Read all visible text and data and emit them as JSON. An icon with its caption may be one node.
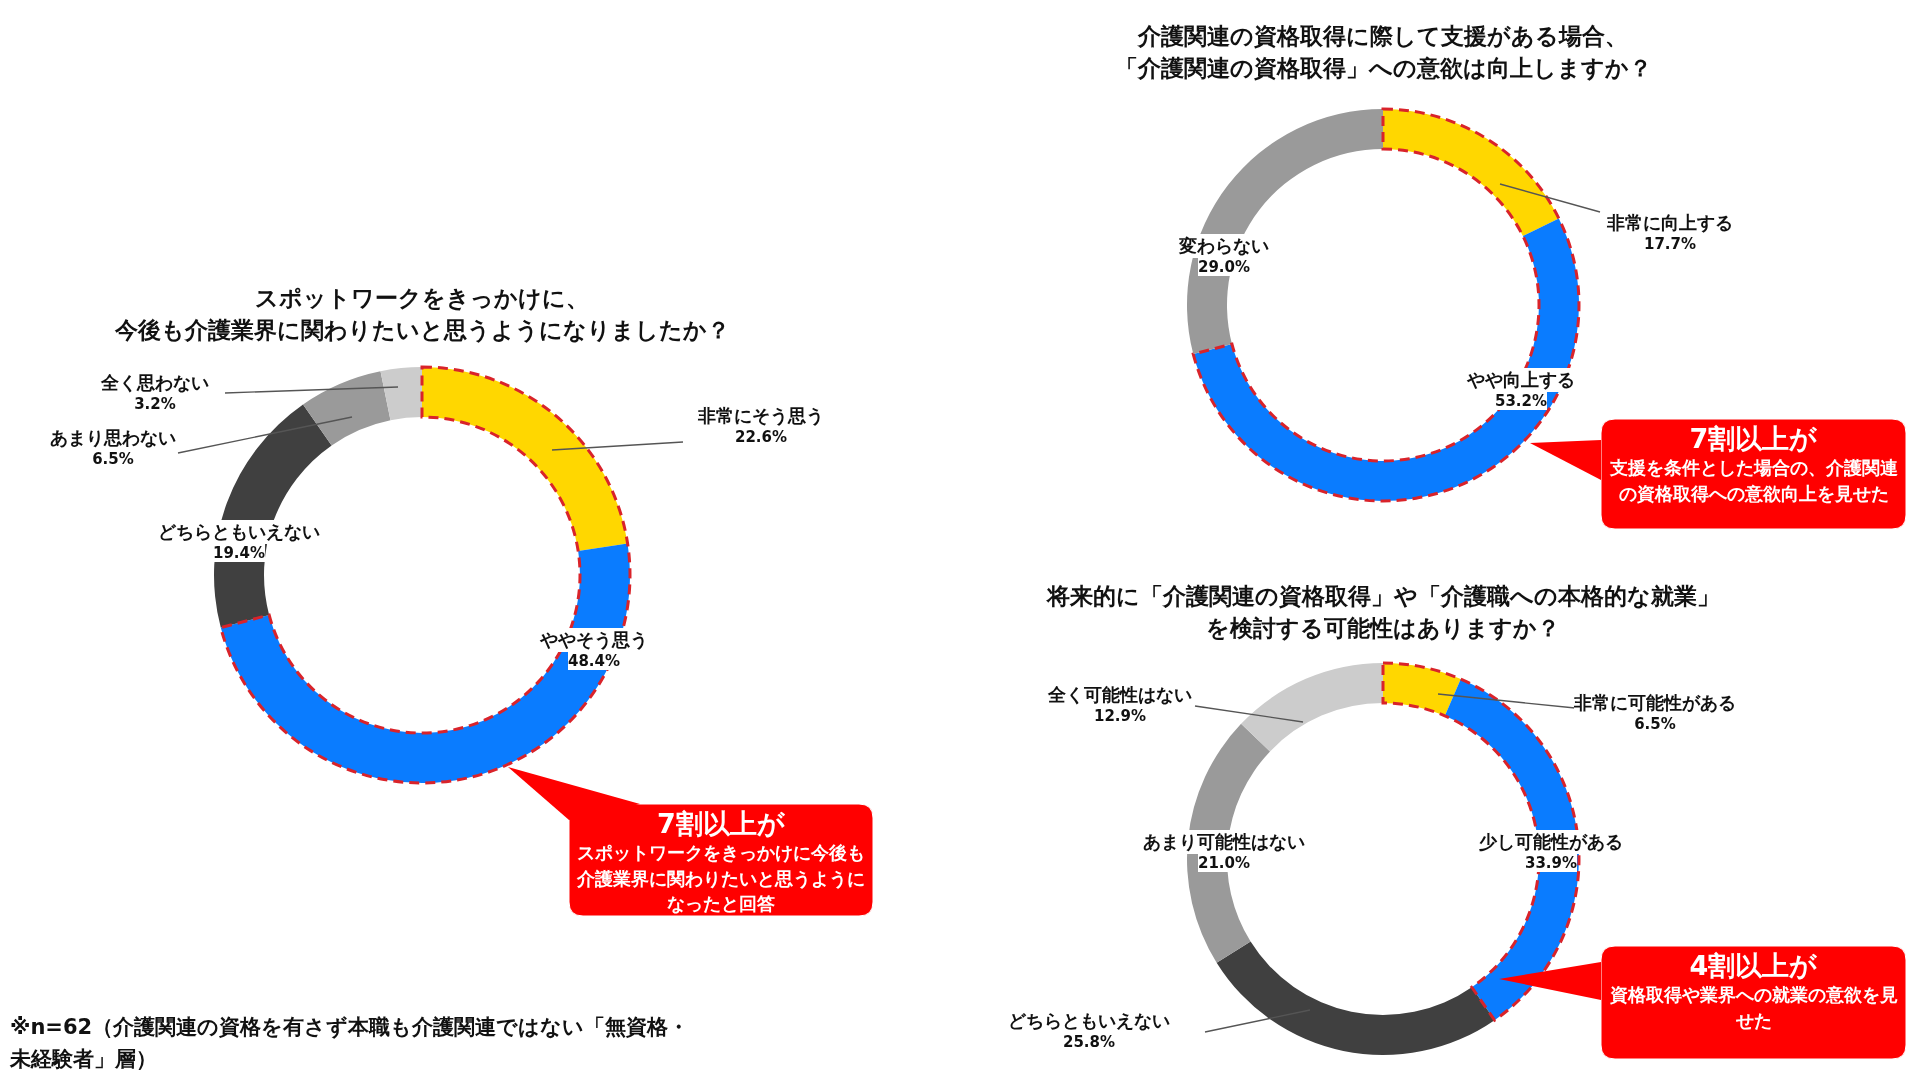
{
  "diagram": {
    "nodes": [
      {
        "text": [
          "7割以上が",
          "スポットワークをきっかけに今後も介護業界に関わりたいと思うようになったと回答"
        ]
      },
      {
        "text": [
          "7割以上が",
          "支援を条件とした場合の、介護関連の資格取得への意欲向上を見せた"
        ]
      },
      {
        "text": [
          "4割以上が",
          "資格取得や業界への就業の意欲を見せた"
        ]
      }
    ],
    "labels": [
      "※n=62（介護関連の資格を有さず本職も介護関連ではない「無資格・未経験者」層）"
    ],
    "chart_data": [
      {
        "type": "donut",
        "title": "スポットワークをきっかけに、今後も介護業界に関わりたいと思うようになりましたか？",
        "categories": [
          "非常にそう思う",
          "ややそう思う",
          "どちらともいえない",
          "あまり思わない",
          "全く思わない"
        ],
        "series": [
          {
            "values": [
              22.6,
              48.4,
              19.4,
              6.5,
              3.2
            ],
            "colors": [
              "#ffd700",
              "#0a7cff",
              "#404040",
              "#9a9a9a",
              "#cccccc"
            ]
          }
        ],
        "value_labels": [
          "22.6%",
          "48.4%",
          "19.4%",
          "6.5%",
          "3.2%"
        ]
      },
      {
        "type": "donut",
        "title": "介護関連の資格取得に際して支援がある場合、「介護関連の資格取得」への意欲は向上しますか？",
        "categories": [
          "非常に向上する",
          "やや向上する",
          "変わらない"
        ],
        "series": [
          {
            "values": [
              17.7,
              53.2,
              29.0
            ],
            "colors": [
              "#ffd700",
              "#0a7cff",
              "#9a9a9a"
            ]
          }
        ],
        "value_labels": [
          "17.7%",
          "53.2%",
          "29.0%"
        ]
      },
      {
        "type": "donut",
        "title": "将来的に「介護関連の資格取得」や「介護職への本格的な就業」を検討する可能性はありますか？",
        "categories": [
          "非常に可能性がある",
          "少し可能性がある",
          "どちらともいえない",
          "あまり可能性はない",
          "全く可能性はない"
        ],
        "series": [
          {
            "values": [
              6.5,
              33.9,
              25.8,
              21.0,
              12.9
            ],
            "colors": [
              "#ffd700",
              "#0a7cff",
              "#404040",
              "#9a9a9a",
              "#cccccc"
            ]
          }
        ],
        "value_labels": [
          "6.5%",
          "33.9%",
          "25.8%",
          "21.0%",
          "12.9%"
        ]
      }
    ]
  }
}
